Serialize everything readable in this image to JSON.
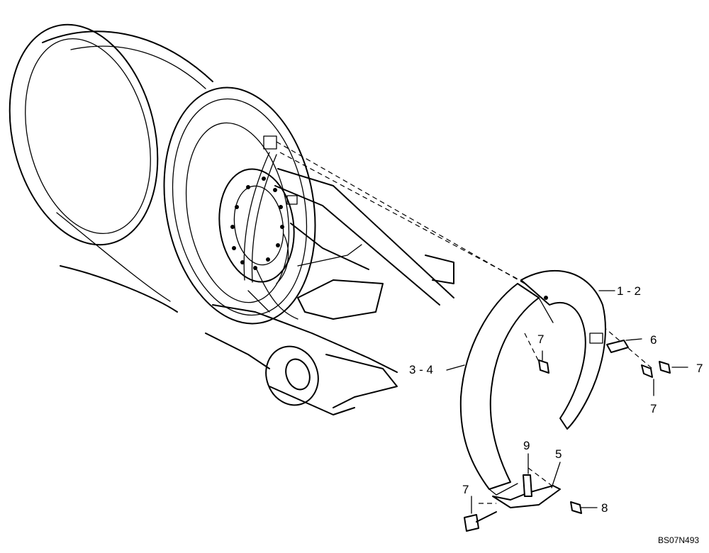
{
  "callouts": {
    "c_1_2": "1 - 2",
    "c_3_4": "3 - 4",
    "c_6": "6",
    "c_7_a": "7",
    "c_7_b": "7",
    "c_7_c": "7",
    "c_7_d": "7",
    "c_9": "9",
    "c_5": "5",
    "c_8": "8"
  },
  "drawing_code": "BS07N493"
}
